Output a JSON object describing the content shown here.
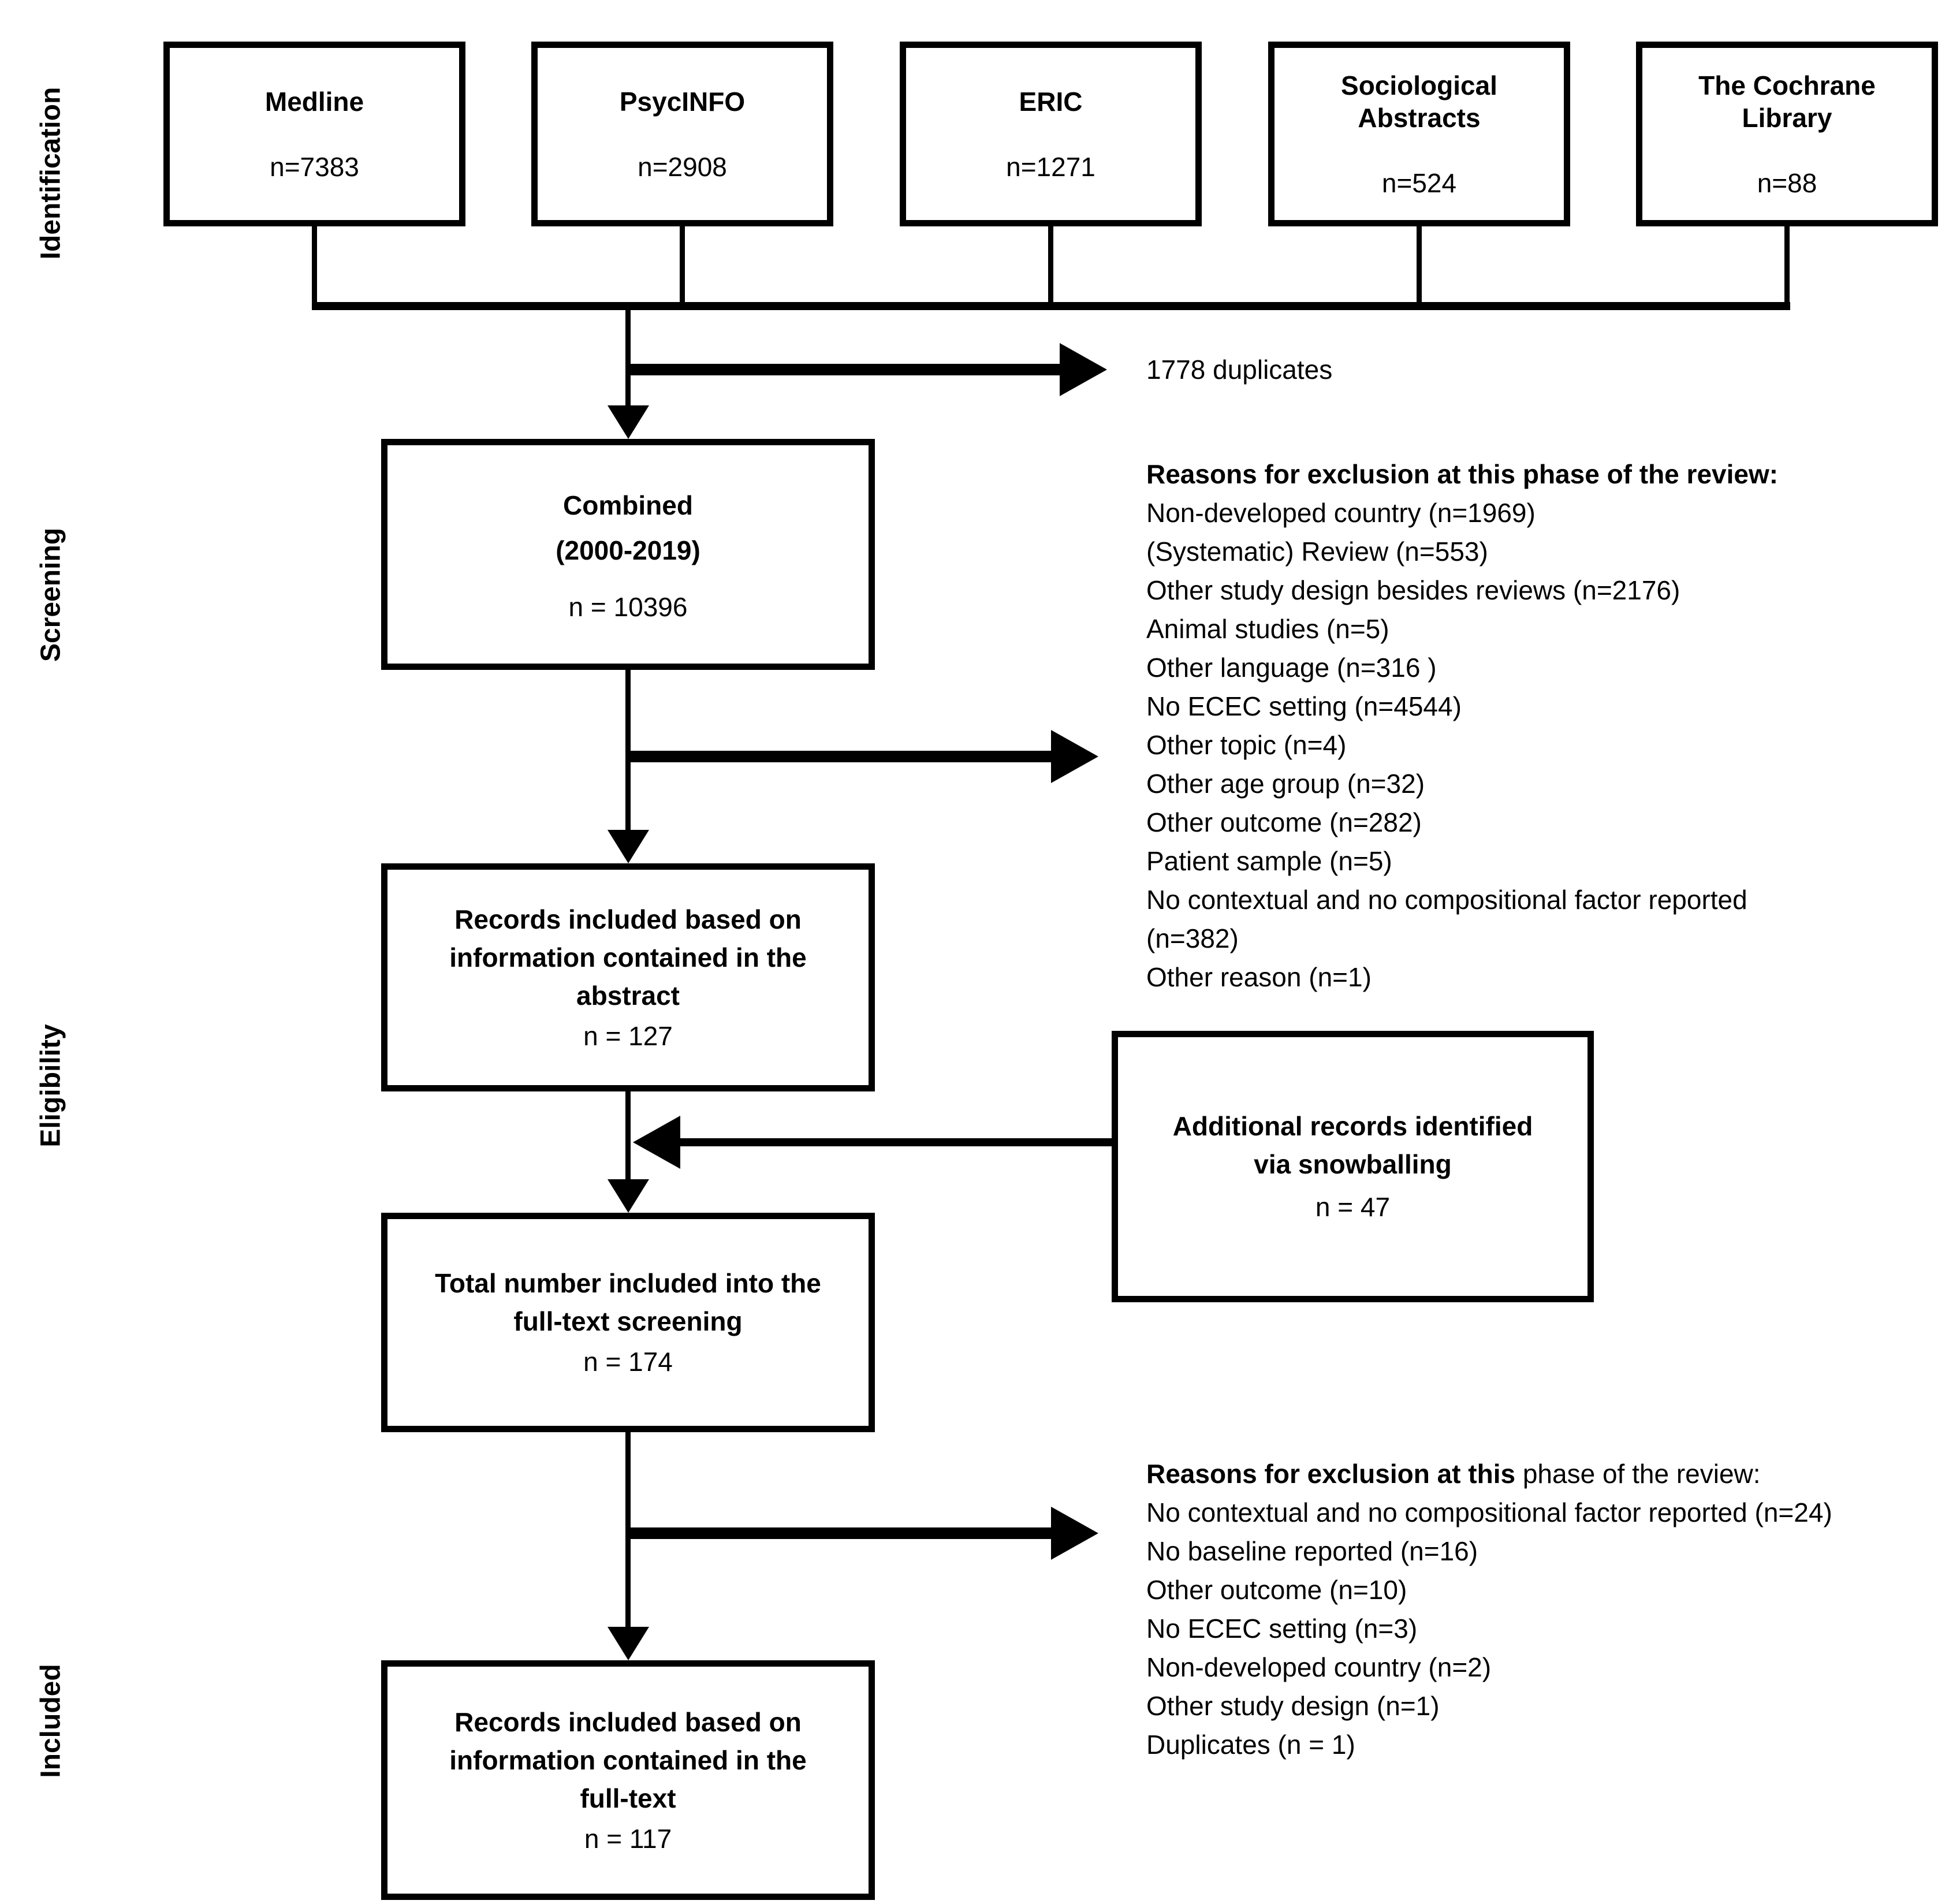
{
  "colors": {
    "ink": "#000000",
    "background": "#ffffff"
  },
  "stages": [
    "Identification",
    "Screening",
    "Eligibility",
    "Included"
  ],
  "sources": [
    {
      "name": "Medline",
      "count": "n=7383"
    },
    {
      "name": "PsycINFO",
      "count": "n=2908"
    },
    {
      "name": "ERIC",
      "count": "n=1271"
    },
    {
      "name": "Sociological Abstracts",
      "count": "n=524"
    },
    {
      "name": "The Cochrane Library",
      "count": "n=88"
    }
  ],
  "duplicates_note": "1778 duplicates",
  "combined": {
    "line1": "Combined",
    "line2": "(2000-2019)",
    "count": "n = 10396"
  },
  "exclusion1": {
    "header": "Reasons for exclusion at this phase of the review:",
    "items": [
      "Non-developed country (n=1969)",
      "(Systematic) Review (n=553)",
      "Other study design besides reviews (n=2176)",
      "Animal studies (n=5)",
      "Other language (n=316 )",
      "No ECEC setting (n=4544)",
      "Other topic (n=4)",
      "Other age group (n=32)",
      "Other outcome (n=282)",
      "Patient sample (n=5)",
      "No contextual and no compositional factor reported",
      "(n=382)",
      "Other reason (n=1)"
    ]
  },
  "abstract_box": {
    "line1": "Records included based on",
    "line2": "information contained in the",
    "line3": "abstract",
    "count": "n = 127"
  },
  "snowballing": {
    "line1": "Additional records identified",
    "line2": "via snowballing",
    "count": "n = 47"
  },
  "fulltext_box": {
    "line1": "Total number included into the",
    "line2": "full-text screening",
    "count": "n = 174"
  },
  "exclusion2": {
    "header_bold": "Reasons for exclusion at this",
    "header_rest": " phase of the review:",
    "items": [
      "No contextual and no compositional factor reported (n=24)",
      "No baseline reported (n=16)",
      "Other outcome (n=10)",
      "No ECEC setting (n=3)",
      "Non-developed country (n=2)",
      "Other study design (n=1)",
      "Duplicates (n = 1)"
    ]
  },
  "included_box": {
    "line1": "Records included based on",
    "line2": "information contained in the",
    "line3": "full-text",
    "count": "n = 117"
  }
}
